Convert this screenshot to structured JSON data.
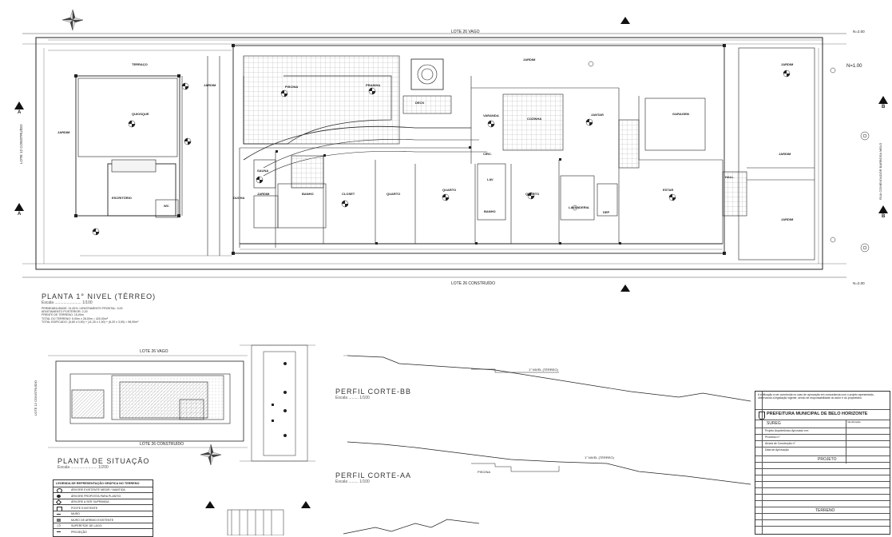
{
  "plan": {
    "title": "PLANTA 1° NIVEL (TÉRREO)",
    "scale": "Escala ........................ 1/100",
    "notes": [
      "PERMEABILIDADE: 31,81% / AFASTAMENTO FRONTAL: 3,00",
      "AFASTAMENTO POSTERIOR: 2,20",
      "FRENTE DE TERRENO: 15,00m",
      "TOTAL DO TERRENO: 5,00m x 28,00m = 420,00m²",
      "TOTAL EDIFICADO: (5,60 x 0,90) + (11,30 x 1,90) + (6,20 x 3,00) = 98,90m²"
    ],
    "top_label": "LOTE 26 VAGO",
    "bottom_label": "LOTE 26 CONSTRUÍDO",
    "left_label": "LOTE 12 CONSTRUÍDO",
    "right_label": "RUA COMENDADOR BARBOSA MELO",
    "section_marks": [
      "A",
      "B",
      "A",
      "B"
    ],
    "rooms": [
      "TERRAÇO",
      "QUIOSQUE",
      "JARDIM",
      "ESCRITÓRIO",
      "WC",
      "PISCINA",
      "PRAINHA",
      "DECK",
      "SAUNA",
      "DUCHA",
      "JARDIM",
      "BANHO",
      "CLOSET",
      "QUARTO",
      "QUARTO",
      "QUARTO",
      "LAV",
      "BANHO",
      "VARANDA",
      "COZINHA",
      "LAVANDERIA",
      "DEP",
      "JANTAR",
      "ESTAR",
      "GARAGEM",
      "HALL",
      "JARDIM",
      "JARDIM",
      "JARDIM",
      "JARDIM",
      "JARDIM",
      "CIRC."
    ],
    "levels": [
      "N=1.00",
      "N=2.00",
      "N=2.00"
    ]
  },
  "situacao": {
    "title": "PLANTA DE SITUAÇÃO",
    "scale": "Escala ........................ 1/200",
    "top_label": "LOTE 26 VAGO",
    "bottom_label": "LOTE 26 CONSTRUÍDO",
    "left_label": "LOTE 12 CONSTRUÍDO"
  },
  "perfil_bb": {
    "title": "PERFIL CORTE-BB",
    "scale": "Escala ......... 1/100",
    "level_label": "1° NIVEL (TÉRREO)"
  },
  "perfil_aa": {
    "title": "PERFIL CORTE-AA",
    "scale": "Escala ......... 1/100",
    "level_label": "1° NIVEL (TÉRREO)",
    "piscina_label": "PISCINA"
  },
  "legend": {
    "title": "LEGENDA DE REPRESENTAÇÃO GRÁFICA NO TERRENO",
    "items": [
      "ÁRVORE EXISTENTE MEDIR / MANTIDA",
      "ÁRVORE PROPOSTA PARA PLANTIO",
      "ÁRVORE A SER SUPRIMIDA",
      "POSTE EXISTENTE",
      "MURO",
      "MURO DE ARRIMO EXISTENTE",
      "SUPERFÍCIE DE LAGO",
      "PROJEÇÃO"
    ]
  },
  "stamp": {
    "header_text": "A edificação a ser construída no caso de aprovação em consonância com o projeto apresentado, observando a legislação vigente, sendo de responsabilidade do autor e do proprietário.",
    "org": "PREFEITURA MUNICIPAL DE BELO HORIZONTE",
    "dept": "SUREG",
    "fields": [
      "Projeto Arquitetônico Aprovado em:",
      "Processo n°",
      "Alvará de Construção n°",
      "Data de Aprovação"
    ],
    "section1": "PROJETO",
    "section2": "TERRENO",
    "stamp_label": "Identificação"
  },
  "colors": {
    "line": "#222222",
    "paper": "#ffffff",
    "hatch": "#888888"
  }
}
